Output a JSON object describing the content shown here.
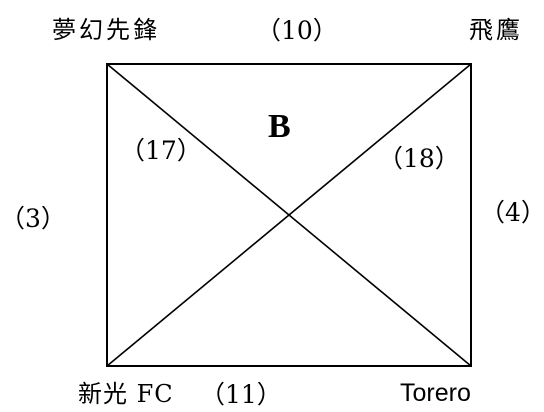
{
  "diagram": {
    "group": "B",
    "teams": {
      "top_left": "夢幻先鋒",
      "top_right": "飛鷹",
      "bottom_left": "新光 FC",
      "bottom_right": "Torero"
    },
    "matches": {
      "top": "（10）",
      "bottom": "（11）",
      "left": "（3）",
      "right": "（4）",
      "diag_left": "（17）",
      "diag_right": "（18）"
    },
    "colors": {
      "line": "#000000",
      "text": "#000000",
      "background": "#ffffff"
    }
  }
}
